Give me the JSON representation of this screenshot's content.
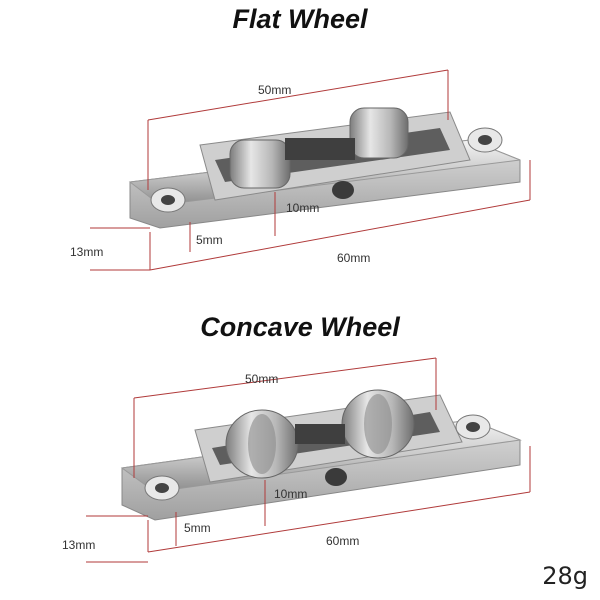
{
  "products": [
    {
      "title": "Flat Wheel",
      "dimensions": {
        "inner_length": "50mm",
        "overall_length": "60mm",
        "height": "13mm",
        "base_thickness": "5mm",
        "axle": "10mm"
      }
    },
    {
      "title": "Concave Wheel",
      "dimensions": {
        "inner_length": "50mm",
        "overall_length": "60mm",
        "height": "13mm",
        "base_thickness": "5mm",
        "axle": "10mm"
      }
    }
  ],
  "weight": "28g"
}
